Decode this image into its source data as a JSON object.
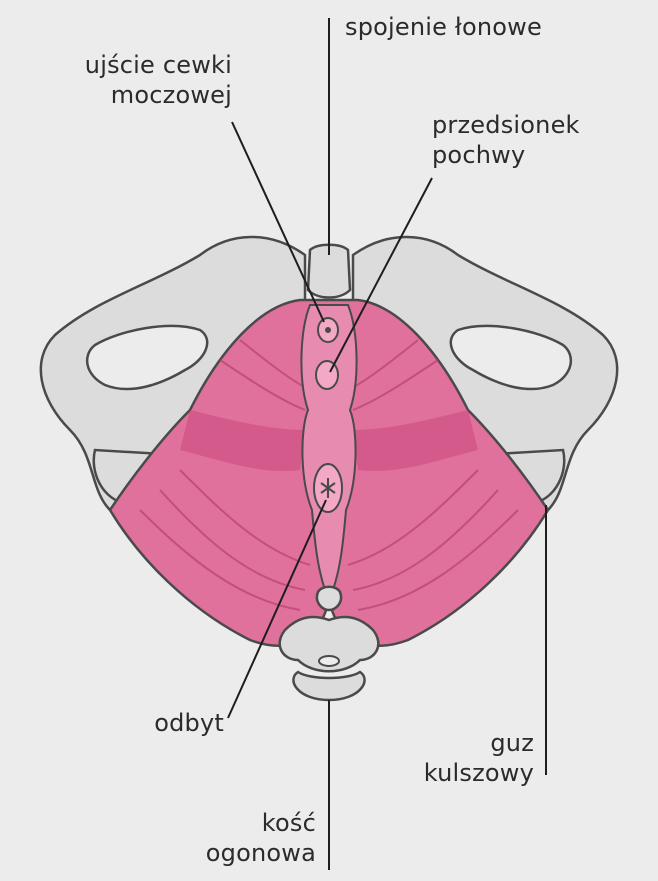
{
  "labels": {
    "pubic_symphysis": "spojenie łonowe",
    "urethral_opening": {
      "line1": "ujście cewki",
      "line2": "moczowej"
    },
    "vaginal_vestibule": {
      "line1": "przedsionek",
      "line2": "pochwy"
    },
    "anus": "odbyt",
    "ischial_tuberosity": {
      "line1": "guz",
      "line2": "kulszowy"
    },
    "coccyx": {
      "line1": "kość",
      "line2": "ogonowa"
    }
  },
  "colors": {
    "background": "#ececec",
    "bone": "#dcdcdc",
    "bone_outline": "#4a4a4a",
    "muscle": "#e0709c",
    "muscle_dark": "#c9487c",
    "muscle_light": "#f3a9c6",
    "leader_line": "#1e1e1e"
  }
}
